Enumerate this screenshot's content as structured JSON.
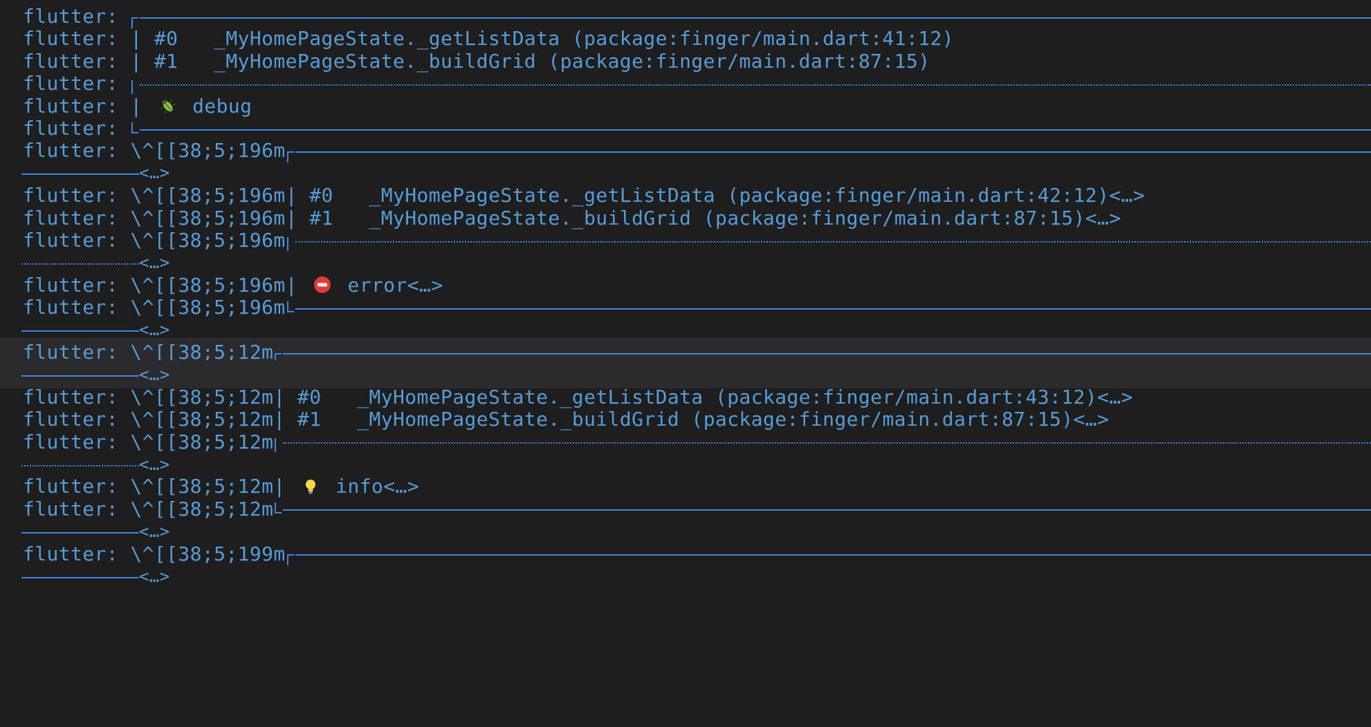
{
  "terminal": {
    "prefix": "flutter: ",
    "lines": [
      {
        "type": "rule",
        "style": "solid",
        "corner": "top",
        "esc": ""
      },
      {
        "type": "text",
        "esc": "",
        "text": "| #0   _MyHomePageState._getListData (package:finger/main.dart:41:12)"
      },
      {
        "type": "text",
        "esc": "",
        "text": "| #1   _MyHomePageState._buildGrid (package:finger/main.dart:87:15)"
      },
      {
        "type": "rule",
        "style": "dashed",
        "corner": "mid",
        "esc": ""
      },
      {
        "type": "icon",
        "esc": "",
        "icon": "bug-icon",
        "text": " debug",
        "pre": "| "
      },
      {
        "type": "rule",
        "style": "solid",
        "corner": "bottom",
        "esc": ""
      },
      {
        "type": "rule",
        "style": "solid",
        "corner": "top",
        "esc": "\\^[[38;5;196m"
      },
      {
        "type": "wrap",
        "style": "solid",
        "text": "<…>"
      },
      {
        "type": "text",
        "esc": "\\^[[38;5;196m",
        "text": "| #0   _MyHomePageState._getListData (package:finger/main.dart:42:12)<…>"
      },
      {
        "type": "text",
        "esc": "\\^[[38;5;196m",
        "text": "| #1   _MyHomePageState._buildGrid (package:finger/main.dart:87:15)<…>"
      },
      {
        "type": "rule",
        "style": "dashed",
        "corner": "mid",
        "esc": "\\^[[38;5;196m"
      },
      {
        "type": "wrap",
        "style": "dashed",
        "text": "<…>"
      },
      {
        "type": "icon",
        "esc": "\\^[[38;5;196m",
        "icon": "no-entry-icon",
        "text": " error<…>",
        "pre": "| "
      },
      {
        "type": "rule",
        "style": "solid",
        "corner": "bottom",
        "esc": "\\^[[38;5;196m"
      },
      {
        "type": "wrap",
        "style": "solid",
        "text": "<…>"
      },
      {
        "type": "rule",
        "style": "solid",
        "corner": "top",
        "esc": "\\^[[38;5;12m",
        "highlight": true
      },
      {
        "type": "wrap",
        "style": "solid",
        "text": "<…>",
        "highlight": true
      },
      {
        "type": "text",
        "esc": "\\^[[38;5;12m",
        "text": "| #0   _MyHomePageState._getListData (package:finger/main.dart:43:12)<…>"
      },
      {
        "type": "text",
        "esc": "\\^[[38;5;12m",
        "text": "| #1   _MyHomePageState._buildGrid (package:finger/main.dart:87:15)<…>"
      },
      {
        "type": "rule",
        "style": "dashed",
        "corner": "mid",
        "esc": "\\^[[38;5;12m"
      },
      {
        "type": "wrap",
        "style": "dashed",
        "text": "<…>"
      },
      {
        "type": "icon",
        "esc": "\\^[[38;5;12m",
        "icon": "lightbulb-icon",
        "text": " info<…>",
        "pre": "| "
      },
      {
        "type": "rule",
        "style": "solid",
        "corner": "bottom",
        "esc": "\\^[[38;5;12m"
      },
      {
        "type": "wrap",
        "style": "solid",
        "text": "<…>"
      },
      {
        "type": "rule",
        "style": "solid",
        "corner": "top",
        "esc": "\\^[[38;5;199m"
      },
      {
        "type": "wrap",
        "style": "solid",
        "text": "<…>"
      }
    ]
  },
  "colors": {
    "background": "#1e1e1e",
    "text": "#569cd6",
    "rule": "#3f86e0",
    "highlight": "#2b2b2d"
  }
}
